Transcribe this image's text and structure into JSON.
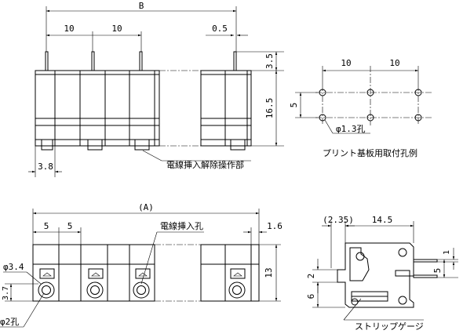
{
  "top_view": {
    "dim_b": "B",
    "dim_pitch1": "10",
    "dim_pitch2": "10",
    "dim_pin_thickness": "0.5",
    "dim_pin_length": "3.5",
    "dim_height": "16.5",
    "dim_foot": "3.8",
    "label_release": "電線挿入解除操作部"
  },
  "pcb_pattern": {
    "dim_pitch1": "10",
    "dim_pitch2": "10",
    "dim_row": "5",
    "dim_hole": "φ1.3孔",
    "caption": "プリント基板用取付孔例"
  },
  "front_view": {
    "dim_a": "(A)",
    "dim_pitch1": "5",
    "dim_pitch2": "5",
    "dim_edge": "1.6",
    "label_wire_hole": "電線挿入孔",
    "dim_hole_large": "φ3.4",
    "dim_hole_offset": "3.7",
    "dim_hole_small": "φ2孔",
    "dim_height": "13"
  },
  "side_view": {
    "dim_offset": "(2.35)",
    "dim_depth": "14.5",
    "dim_pin1": "1",
    "dim_slot": "2",
    "dim_pin_spacing": "5",
    "dim_bottom": "6",
    "label_strip_gauge": "ストリップゲージ"
  }
}
